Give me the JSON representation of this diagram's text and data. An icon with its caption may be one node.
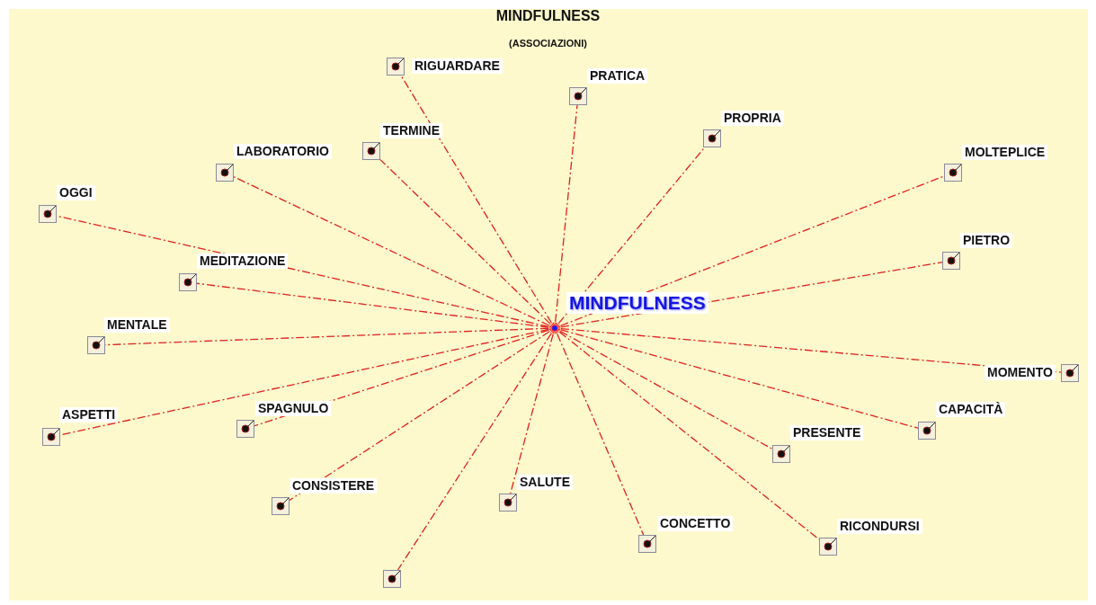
{
  "diagram": {
    "title": "MINDFULNESS",
    "nodes": [
      {
        "text": [],
        "shape": "circle",
        "beside": [
          "MINDFULNESS"
        ]
      },
      {
        "text": [],
        "shape": "box",
        "beside": [
          "RIGUARDARE"
        ]
      },
      {
        "text": [],
        "shape": "box",
        "beside": [
          "PRATICA"
        ]
      },
      {
        "text": [],
        "shape": "box",
        "beside": [
          "PROPRIA"
        ]
      },
      {
        "text": [],
        "shape": "box",
        "beside": [
          "TERMINE"
        ]
      },
      {
        "text": [],
        "shape": "box",
        "beside": [
          "LABORATORIO"
        ]
      },
      {
        "text": [],
        "shape": "box",
        "beside": [
          "MOLTEPLICE"
        ]
      },
      {
        "text": [],
        "shape": "box",
        "beside": [
          "OGGI"
        ]
      },
      {
        "text": [],
        "shape": "box",
        "beside": [
          "PIETRO"
        ]
      },
      {
        "text": [],
        "shape": "box",
        "beside": [
          "MEDITAZIONE"
        ]
      },
      {
        "text": [],
        "shape": "box",
        "beside": [
          "MENTALE"
        ]
      },
      {
        "text": [],
        "shape": "box",
        "beside": [
          "MOMENTO"
        ]
      },
      {
        "text": [],
        "shape": "box",
        "beside": [
          "ASPETTI"
        ]
      },
      {
        "text": [],
        "shape": "box",
        "beside": [
          "SPAGNULO"
        ]
      },
      {
        "text": [],
        "shape": "box",
        "beside": [
          "CAPACITÀ"
        ]
      },
      {
        "text": [],
        "shape": "box",
        "beside": [
          "PRESENTE"
        ]
      },
      {
        "text": [],
        "shape": "box",
        "beside": [
          "CONSISTERE"
        ]
      },
      {
        "text": [],
        "shape": "box",
        "beside": [
          "SALUTE"
        ]
      },
      {
        "text": [],
        "shape": "box",
        "beside": [
          "CONCETTO"
        ]
      },
      {
        "text": [],
        "shape": "box",
        "beside": [
          "RICONDURSI"
        ]
      },
      {
        "text": [],
        "shape": "box"
      }
    ],
    "edges": [
      {
        "from": 0,
        "to": 1,
        "arrow": "none"
      },
      {
        "from": 0,
        "to": 2,
        "arrow": "none"
      },
      {
        "from": 0,
        "to": 3,
        "arrow": "none"
      },
      {
        "from": 0,
        "to": 4,
        "arrow": "none"
      },
      {
        "from": 0,
        "to": 5,
        "arrow": "none"
      },
      {
        "from": 0,
        "to": 6,
        "arrow": "none"
      },
      {
        "from": 0,
        "to": 7,
        "arrow": "none"
      },
      {
        "from": 0,
        "to": 8,
        "arrow": "none"
      },
      {
        "from": 0,
        "to": 9,
        "arrow": "none"
      },
      {
        "from": 0,
        "to": 10,
        "arrow": "none"
      },
      {
        "from": 0,
        "to": 11,
        "arrow": "none"
      },
      {
        "from": 0,
        "to": 12,
        "arrow": "none"
      },
      {
        "from": 0,
        "to": 13,
        "arrow": "none"
      },
      {
        "from": 0,
        "to": 14,
        "arrow": "none"
      },
      {
        "from": 0,
        "to": 15,
        "arrow": "none"
      },
      {
        "from": 0,
        "to": 16,
        "arrow": "none"
      },
      {
        "from": 0,
        "to": 17,
        "arrow": "none"
      },
      {
        "from": 0,
        "to": 18,
        "arrow": "none"
      },
      {
        "from": 0,
        "to": 19,
        "arrow": "none"
      },
      {
        "from": 0,
        "to": 20,
        "arrow": "none"
      }
    ],
    "labels": [
      "(ASSOCIAZIONI)"
    ]
  }
}
